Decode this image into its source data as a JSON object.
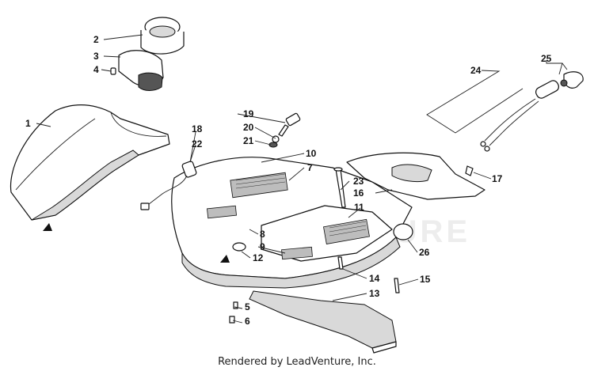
{
  "diagram": {
    "callouts": [
      "1",
      "2",
      "3",
      "4",
      "5",
      "6",
      "7",
      "8",
      "9",
      "10",
      "11",
      "12",
      "13",
      "14",
      "15",
      "16",
      "17",
      "18",
      "19",
      "20",
      "21",
      "22",
      "23",
      "24",
      "25",
      "26"
    ],
    "watermark": "LEADVENTURE",
    "footer": "Rendered by LeadVenture, Inc."
  },
  "colors": {
    "line": "#111111",
    "shade": "#d9d9d9",
    "background": "#ffffff"
  }
}
